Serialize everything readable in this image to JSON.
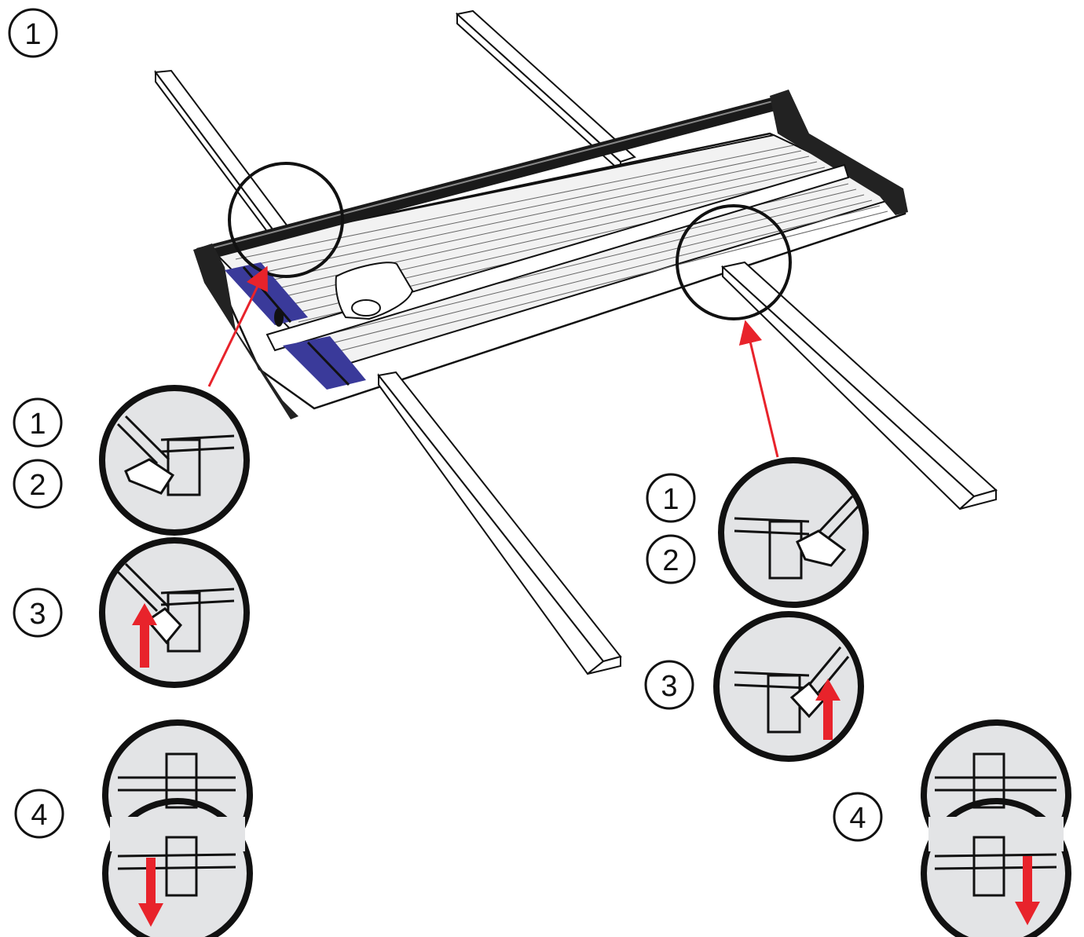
{
  "diagram": {
    "steps": {
      "main": "1",
      "left_1": "1",
      "left_2": "2",
      "left_3": "3",
      "left_4": "4",
      "right_1": "1",
      "right_2": "2",
      "right_3": "3",
      "right_4": "4"
    },
    "colors": {
      "ink": "#111111",
      "accent_red": "#e8232b",
      "rail_blue": "#3a3a9a",
      "detail_fill": "#e3e4e6",
      "background": "#ffffff"
    },
    "icons": [
      "number-circle",
      "red-arrow-up",
      "red-arrow-down",
      "detail-callout-circle"
    ]
  }
}
